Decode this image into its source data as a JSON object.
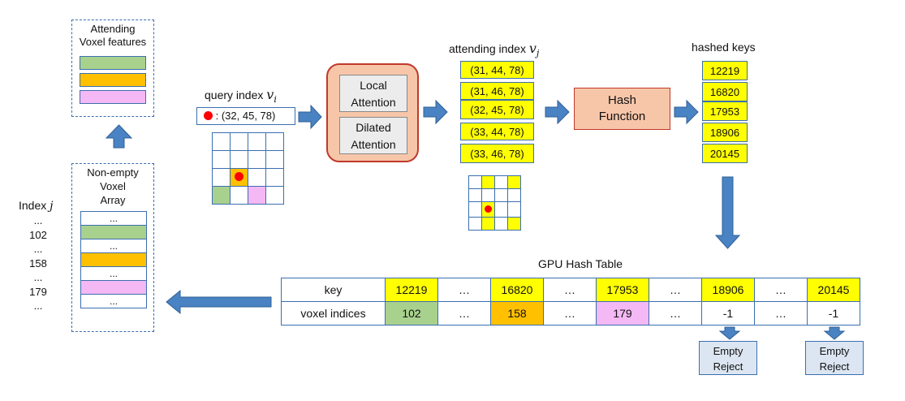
{
  "attending_features": {
    "title_line1": "Attending",
    "title_line2": "Voxel features"
  },
  "voxel_array": {
    "title_line1": "Non-empty",
    "title_line2": "Voxel",
    "title_line3": "Array",
    "ellipsis": "..."
  },
  "index_column": {
    "label": "Index",
    "var": "j",
    "items": [
      "...",
      "102",
      "...",
      "158",
      "...",
      "179",
      "..."
    ]
  },
  "query": {
    "label": "query index",
    "var": "v",
    "sub": "i",
    "coord": ": (32, 45, 78)"
  },
  "attention": {
    "local_line1": "Local",
    "local_line2": "Attention",
    "dilated_line1": "Dilated",
    "dilated_line2": "Attention"
  },
  "attending": {
    "label": "attending index",
    "var": "v",
    "sub": "j",
    "items": [
      "(31, 44, 78)",
      "(31, 46, 78)",
      "(32, 45, 78)",
      "(33, 44, 78)",
      "(33, 46, 78)"
    ]
  },
  "hash_function": {
    "line1": "Hash",
    "line2": "Function"
  },
  "hashed_keys": {
    "label": "hashed keys",
    "items": [
      "12219",
      "16820",
      "17953",
      "18906",
      "20145"
    ]
  },
  "hash_table": {
    "title": "GPU Hash Table",
    "key_header": "key",
    "val_header": "voxel indices",
    "keys": [
      "12219",
      "…",
      "16820",
      "…",
      "17953",
      "…",
      "18906",
      "…",
      "20145"
    ],
    "values": [
      "102",
      "…",
      "158",
      "…",
      "179",
      "…",
      "-1",
      "…",
      "-1"
    ]
  },
  "empty_reject": {
    "line1": "Empty",
    "line2": "Reject"
  },
  "colors": {
    "green": "#a9d18e",
    "orange": "#ffc000",
    "pink": "#f4b8f4",
    "yellow": "#ffff00",
    "red": "#ff0000",
    "arrow": "#4a83c3"
  }
}
